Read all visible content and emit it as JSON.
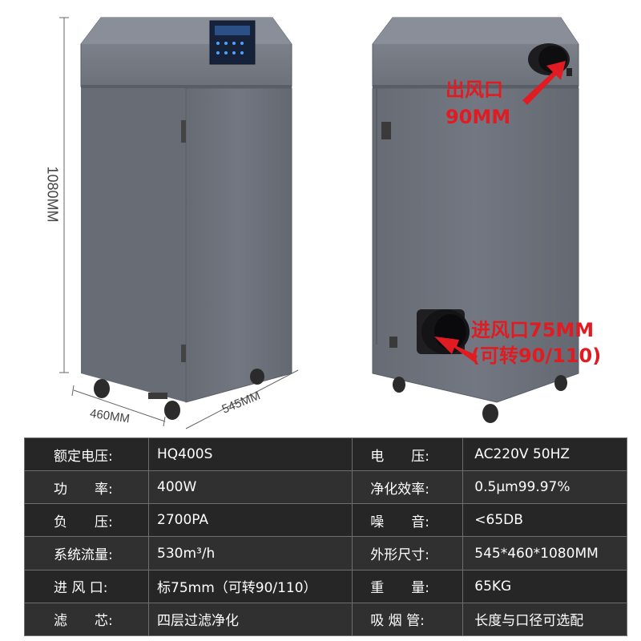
{
  "dimensions": {
    "height": "1080MM",
    "width": "460MM",
    "depth": "545MM"
  },
  "callouts": {
    "outlet_line1": "出风口",
    "outlet_line2": "90MM",
    "inlet_line1": "进风口75MM",
    "inlet_line2": "(可转90/110)"
  },
  "colors": {
    "body": "#6f737c",
    "top": "#7b7f88",
    "callout": "#e01b22",
    "table_bg": "#2b2b2b"
  },
  "specs": [
    {
      "l1": "额定电压:",
      "v1": "HQ400S",
      "l2": "电　　压:",
      "v2": "AC220V 50HZ"
    },
    {
      "l1": "功　　率:",
      "v1": "400W",
      "l2": "净化效率:",
      "v2": "0.5μm99.97%"
    },
    {
      "l1": "负　　压:",
      "v1": "2700PA",
      "l2": "噪　　音:",
      "v2": "<65DB"
    },
    {
      "l1": "系统流量:",
      "v1": "530m³/h",
      "l2": "外形尺寸:",
      "v2": "545*460*1080MM"
    },
    {
      "l1": "进 风 口:",
      "v1": "标75mm（可转90/110）",
      "l2": "重　　量:",
      "v2": "65KG"
    },
    {
      "l1": "滤　　芯:",
      "v1": "四层过滤净化",
      "l2": "吸 烟 管:",
      "v2": "长度与口径可选配"
    }
  ]
}
